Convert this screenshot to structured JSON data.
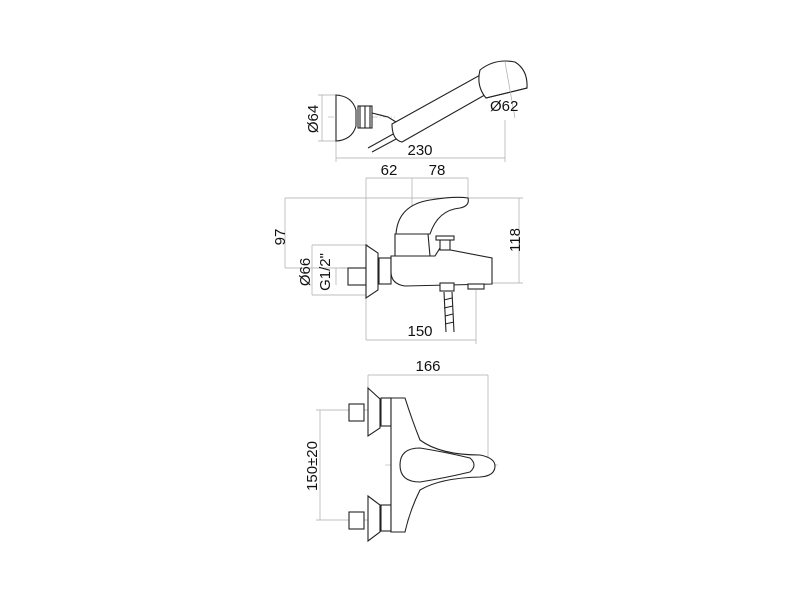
{
  "views": {
    "shower_head": {
      "diameter_holder": "Ø64",
      "diameter_head": "Ø62",
      "length": "230"
    },
    "side_view": {
      "offset_a": "62",
      "offset_b": "78",
      "height_outlet": "97",
      "height_total": "118",
      "flange_diameter": "Ø66",
      "thread": "G1/2\"",
      "depth": "150"
    },
    "top_view": {
      "width": "166",
      "spacing": "150±20"
    }
  },
  "colors": {
    "line": "#222222",
    "dimension": "#aaaaaa"
  }
}
